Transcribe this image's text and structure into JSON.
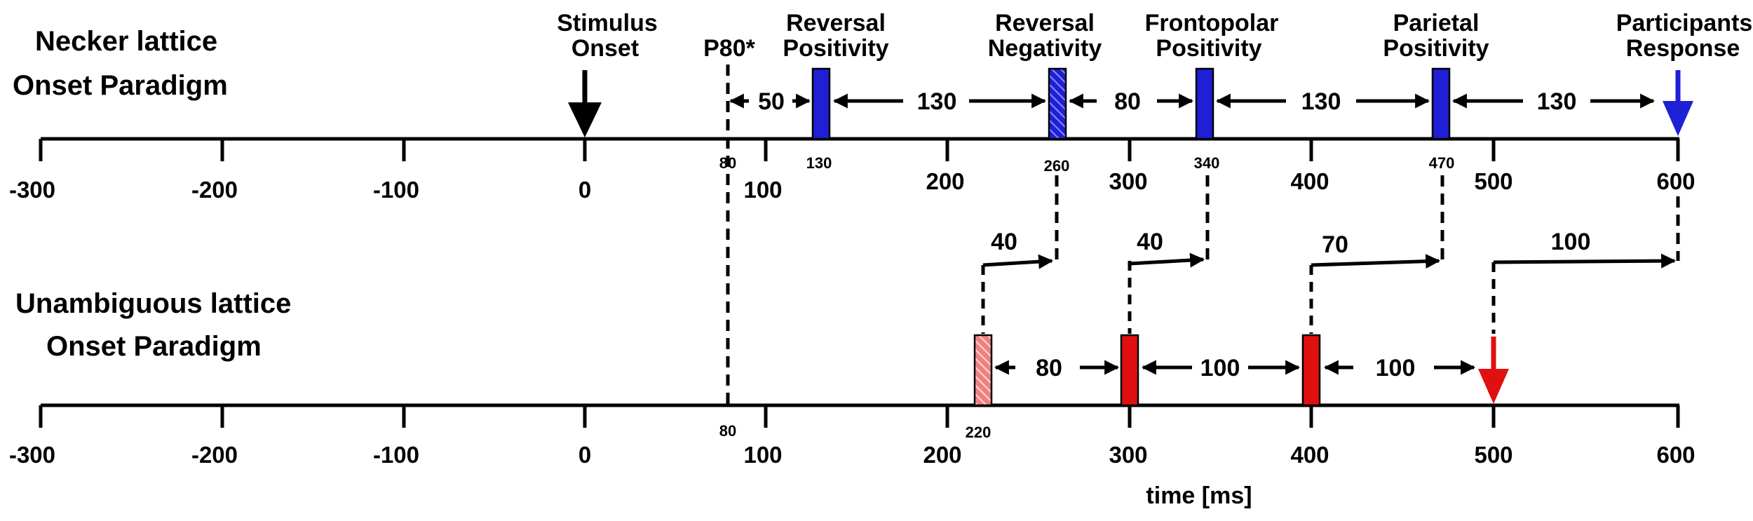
{
  "necker": {
    "title_line1": "Necker lattice",
    "title_line2": "Onset Paradigm",
    "ticks": [
      "-300",
      "-200",
      "-100",
      "0",
      "100",
      "200",
      "300",
      "400",
      "500",
      "600"
    ],
    "stimulus_onset_line1": "Stimulus",
    "stimulus_onset_line2": "Onset",
    "p80_label": "P80*",
    "p80_value": "80",
    "components": [
      {
        "line1": "Reversal",
        "line2": "Positivity",
        "time": "130"
      },
      {
        "line1": "Reversal",
        "line2": "Negativity",
        "time": "260"
      },
      {
        "line1": "Frontopolar",
        "line2": "Positivity",
        "time": "340"
      },
      {
        "line1": "Parietal",
        "line2": "Positivity",
        "time": "470"
      }
    ],
    "response_line1": "Participants",
    "response_line2": "Response",
    "intervals": [
      "50",
      "130",
      "80",
      "130",
      "130"
    ],
    "colors": {
      "component": "#1f1fd6",
      "response_arrow": "#1f1fd6"
    }
  },
  "unambiguous": {
    "title_line1": "Unambiguous lattice",
    "title_line2": "Onset Paradigm",
    "ticks": [
      "-300",
      "-200",
      "-100",
      "0",
      "100",
      "200",
      "300",
      "400",
      "500",
      "600"
    ],
    "p80_value": "80",
    "first_component_time": "220",
    "intervals": [
      "80",
      "100",
      "100"
    ],
    "colors": {
      "component": "#e01010",
      "hatched_component": "#f08080",
      "response_arrow": "#e01010"
    }
  },
  "shifts": [
    "40",
    "40",
    "70",
    "100"
  ],
  "x_axis_label": "time [ms]"
}
